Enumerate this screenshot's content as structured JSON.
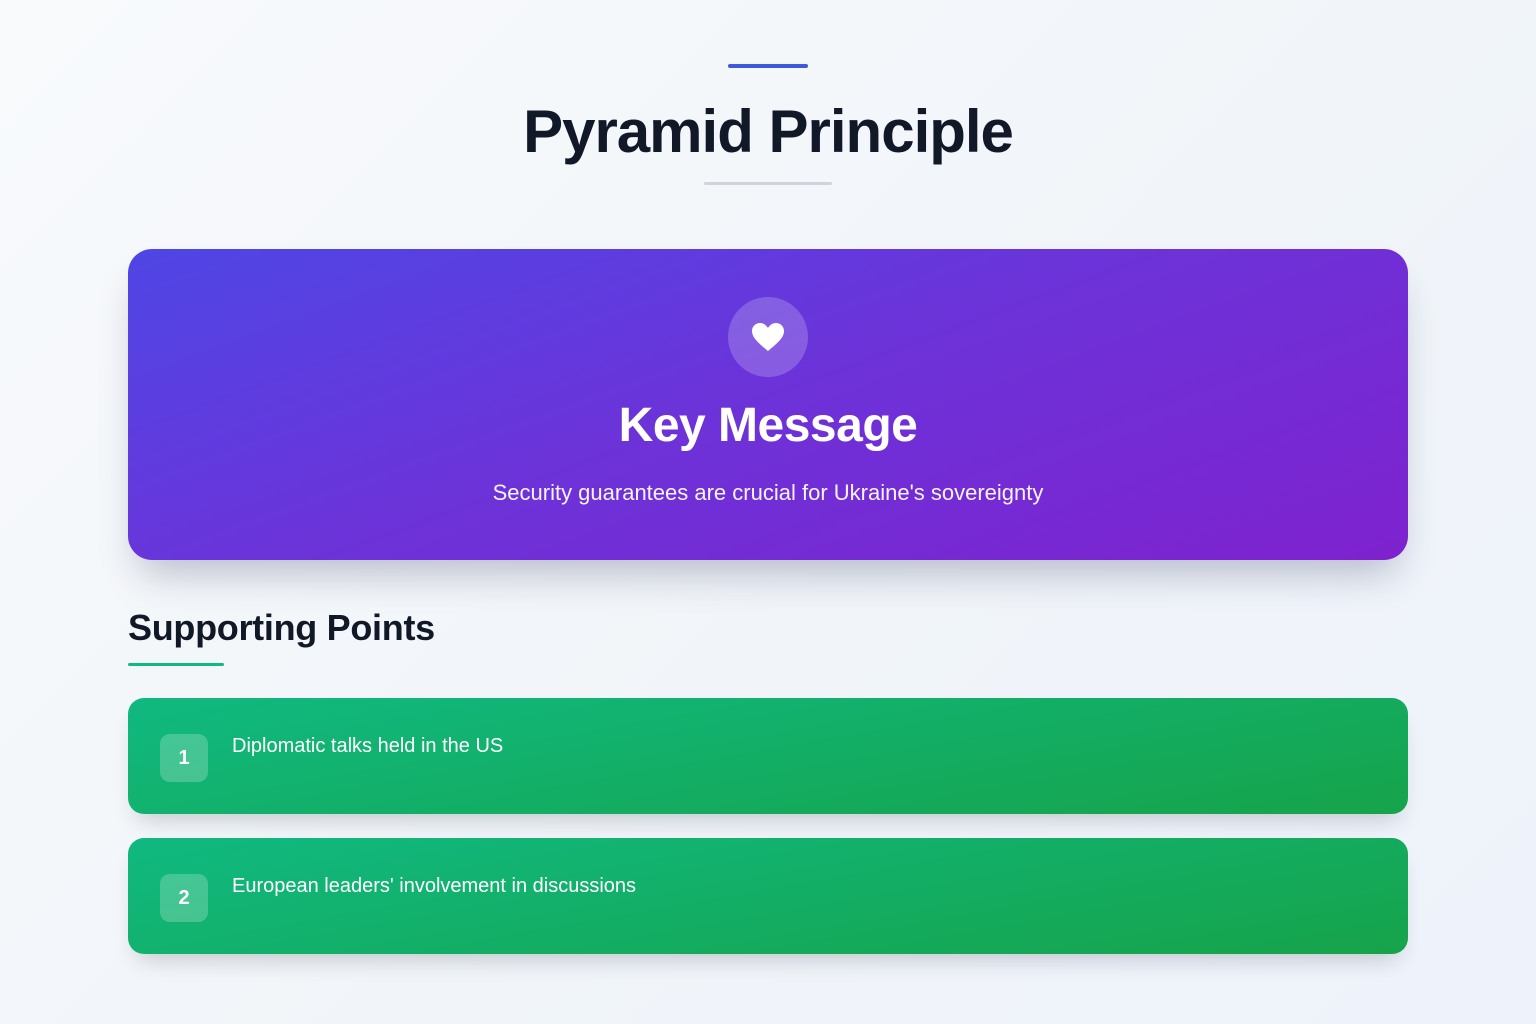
{
  "page": {
    "title": "Pyramid Principle",
    "accent_color": "#3b5bdb"
  },
  "key_message": {
    "icon": "heart-icon",
    "title": "Key Message",
    "text": "Security guarantees are crucial for Ukraine's sovereignty",
    "gradient_start": "#4f46e5",
    "gradient_end": "#7e22ce"
  },
  "supporting": {
    "heading": "Supporting Points",
    "accent_color": "#10b981",
    "points": [
      {
        "number": "1",
        "text": "Diplomatic talks held in the US"
      },
      {
        "number": "2",
        "text": "European leaders' involvement in discussions"
      }
    ]
  }
}
